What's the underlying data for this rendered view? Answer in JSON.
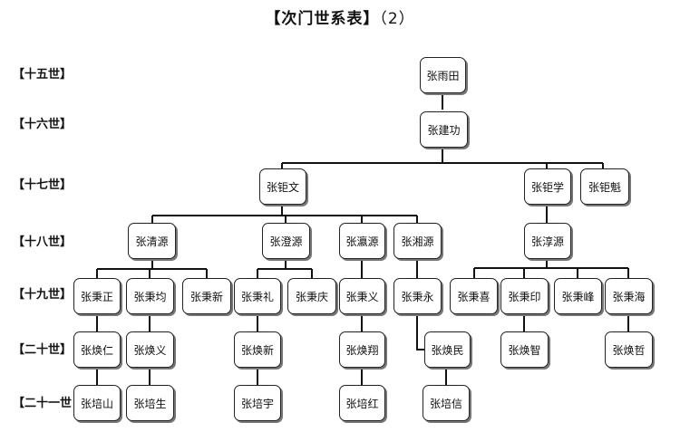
{
  "title": {
    "main": "【次门世系表】",
    "sub": "（2）"
  },
  "generations": [
    "【十五世】",
    "【十六世】",
    "【十七世】",
    "【十八世】",
    "【十九世】",
    "【二十世】",
    "【二十一世"
  ],
  "nodes": {
    "n15": "张雨田",
    "n16": "张建功",
    "n17a": "张钜文",
    "n17b": "张钜学",
    "n17c": "张钜魁",
    "n18a": "张清源",
    "n18b": "张澄源",
    "n18c": "张瀛源",
    "n18d": "张湘源",
    "n18e": "张淳源",
    "n19a": "张秉正",
    "n19b": "张秉均",
    "n19c": "张秉新",
    "n19d": "张秉礼",
    "n19e": "张秉庆",
    "n19f": "张秉义",
    "n19g": "张秉永",
    "n19h": "张秉喜",
    "n19i": "张秉印",
    "n19j": "张秉峰",
    "n19k": "张秉海",
    "n20a": "张焕仁",
    "n20b": "张焕义",
    "n20c": "张焕新",
    "n20d": "张焕翔",
    "n20e": "张焕民",
    "n20f": "张焕智",
    "n20g": "张焕哲",
    "n21a": "张培山",
    "n21b": "张培生",
    "n21c": "张培宇",
    "n21d": "张培红",
    "n21e": "张培信"
  }
}
